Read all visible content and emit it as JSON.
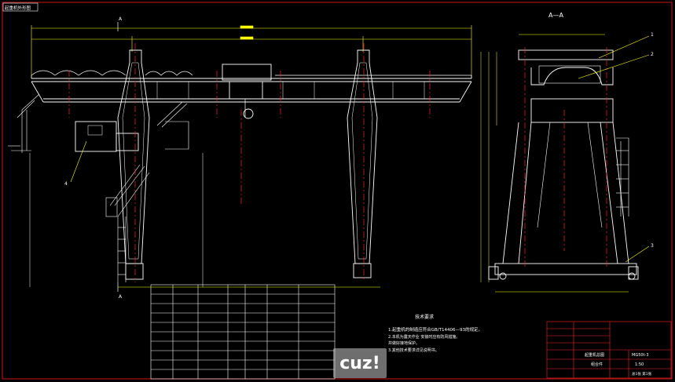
{
  "drawing": {
    "corner_label": "起重机外形图",
    "section_mark_left": "A",
    "section_mark_right": "A",
    "section_title": "A—A",
    "balloons": [
      "1",
      "2",
      "3",
      "4"
    ]
  },
  "tech_requirements": {
    "title": "技术要求",
    "items": [
      "1.起重机的制造应符合GB/T14406—93的规定。",
      "2.本机为露天作业  安装时应有防风措施。",
      "   并做好接地保护。",
      "3.其他技术要求详见说明书。"
    ]
  },
  "title_block": {
    "drawing_name": "起重机总图",
    "drawing_no": "MG50t-3",
    "sheet": "总1张 第1张",
    "scale": "1:50",
    "material": "组合件"
  },
  "watermark": "cuz!",
  "colors": {
    "background": "#000000",
    "structure": "#ffffff",
    "centerline": "#ff2020",
    "dimension": "#ffff00",
    "frame": "#ff2020",
    "table": "#ffffff"
  }
}
